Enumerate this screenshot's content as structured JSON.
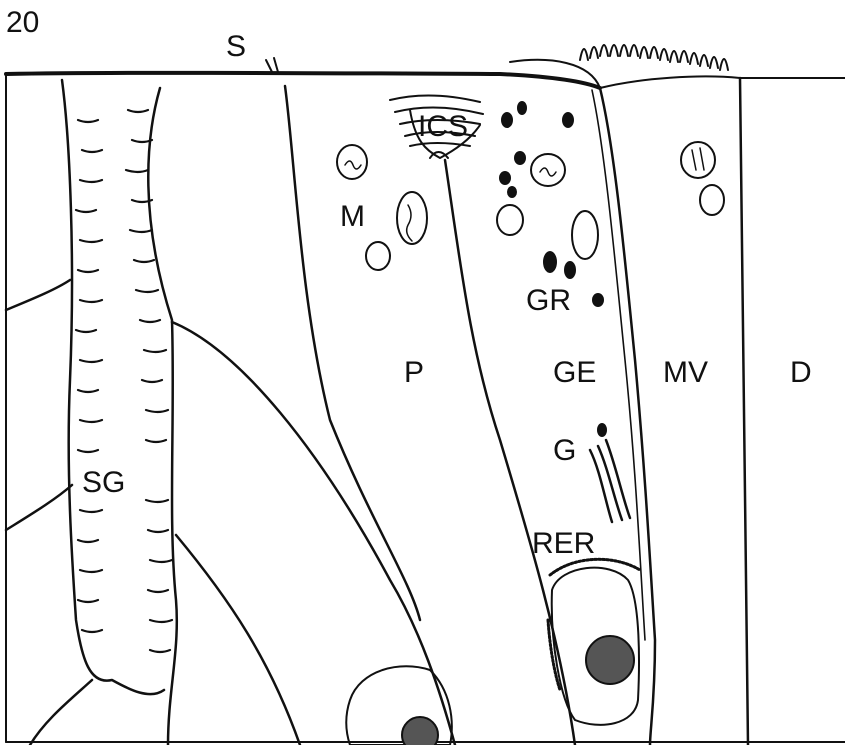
{
  "figure_number": "20",
  "labels": {
    "s": "S",
    "ics": "ICS",
    "m": "M",
    "gr": "GR",
    "p": "P",
    "ge": "GE",
    "mv": "MV",
    "d": "D",
    "g": "G",
    "sg": "SG",
    "rer": "RER"
  },
  "colors": {
    "ink": "#111111",
    "background": "#ffffff"
  }
}
